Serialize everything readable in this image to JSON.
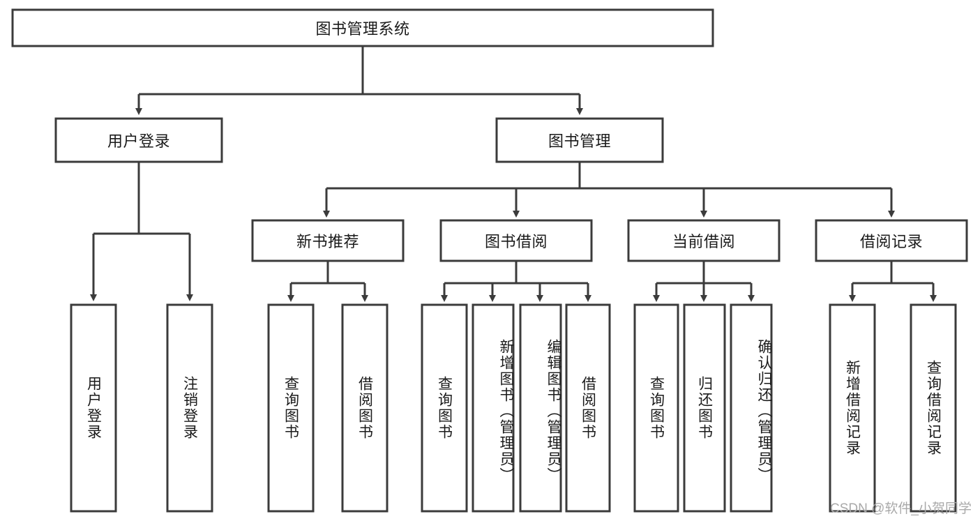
{
  "diagram": {
    "type": "tree-hierarchy",
    "title": "图书管理系统",
    "watermark": "CSDN @软件_小贺同学",
    "colors": {
      "stroke": "#3b3b3b",
      "fill": "#ffffff",
      "text": "#1a1a1a",
      "watermark": "#a9a9a9"
    },
    "root": {
      "label": "图书管理系统",
      "children": [
        {
          "label": "用户登录",
          "children": [
            {
              "label": "用户登录"
            },
            {
              "label": "注销登录"
            }
          ]
        },
        {
          "label": "图书管理",
          "children": [
            {
              "label": "新书推荐",
              "children": [
                {
                  "label": "查询图书"
                },
                {
                  "label": "借阅图书"
                }
              ]
            },
            {
              "label": "图书借阅",
              "children": [
                {
                  "label": "查询图书"
                },
                {
                  "label": "新增图书（管理员）"
                },
                {
                  "label": "编辑图书（管理员）"
                },
                {
                  "label": "借阅图书"
                }
              ]
            },
            {
              "label": "当前借阅",
              "children": [
                {
                  "label": "查询图书"
                },
                {
                  "label": "归还图书"
                },
                {
                  "label": "确认归还（管理员）"
                }
              ]
            },
            {
              "label": "借阅记录",
              "children": [
                {
                  "label": "新增借阅记录"
                },
                {
                  "label": "查询借阅记录"
                }
              ]
            }
          ]
        }
      ]
    }
  },
  "nodes": {
    "root": "图书管理系统",
    "l2_user_login": "用户登录",
    "l2_book_manage": "图书管理",
    "l3_new_book_rec": "新书推荐",
    "l3_book_borrow": "图书借阅",
    "l3_current_borrow": "当前借阅",
    "l3_borrow_record": "借阅记录",
    "leaf_user_login": "用户登录",
    "leaf_logout": "注销登录",
    "leaf_rec_query_book": "查询图书",
    "leaf_rec_borrow_book": "借阅图书",
    "leaf_bb_query_book": "查询图书",
    "leaf_bb_add_book": "新增图书（管理员）",
    "leaf_bb_edit_book": "编辑图书（管理员）",
    "leaf_bb_borrow_book": "借阅图书",
    "leaf_cb_query_book": "查询图书",
    "leaf_cb_return_book": "归还图书",
    "leaf_cb_confirm_return": "确认归还（管理员）",
    "leaf_br_add_record": "新增借阅记录",
    "leaf_br_query_record": "查询借阅记录"
  }
}
